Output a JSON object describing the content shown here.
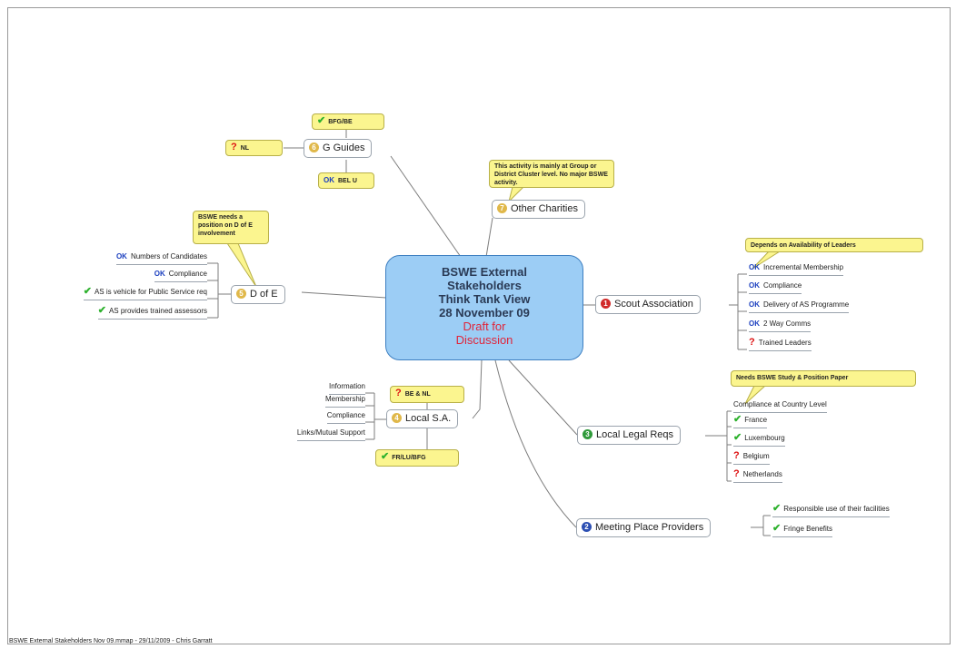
{
  "central": {
    "title_lines": [
      "BSWE External",
      "Stakeholders",
      "Think Tank View",
      "28 November 09"
    ],
    "draft_lines": [
      "Draft for",
      "Discussion"
    ]
  },
  "topics": {
    "guides": {
      "number": "6",
      "label": "G Guides"
    },
    "other_charities": {
      "number": "7",
      "label": "Other Charities"
    },
    "d_of_e": {
      "number": "5",
      "label": "D of E"
    },
    "scout": {
      "number": "1",
      "label": "Scout Association"
    },
    "local_sa": {
      "number": "4",
      "label": "Local S.A."
    },
    "local_legal": {
      "number": "3",
      "label": "Local Legal Reqs"
    },
    "meeting": {
      "number": "2",
      "label": "Meeting Place Providers"
    }
  },
  "callouts": {
    "bfgbe": "BFG/BE",
    "nl_guides": "NL",
    "bel_u": "BEL U",
    "other_charities_note": "This activity is mainly at Group or District Cluster level. No major BSWE activity.",
    "d_of_e_note": "BSWE needs a position on D of E involvement",
    "scout_note": "Depends on Availability of Leaders",
    "local_legal_note": "Needs BSWE Study & Position Paper",
    "be_nl": "BE & NL",
    "fr_lu_bfg": "FR/LU/BFG"
  },
  "subs": {
    "d_of_e": [
      "Numbers of Candidates",
      "Compliance",
      "AS is vehicle for Public Service req",
      "AS provides trained assessors"
    ],
    "scout": [
      "Incremental Membership",
      "Compliance",
      "Delivery of AS Programme",
      "2 Way Comms",
      "Trained Leaders"
    ],
    "local_sa": [
      "Information",
      "Membership",
      "Compliance",
      "Links/Mutual Support"
    ],
    "local_legal": [
      "Compliance at Country Level",
      "France",
      "Luxembourg",
      "Belgium",
      "Netherlands"
    ],
    "meeting": [
      "Responsible use of their facilities",
      "Fringe Benefits"
    ]
  },
  "icons": {
    "ok": "OK",
    "check": "✔",
    "question": "?"
  },
  "colors": {
    "central_fill": "#9ccdf5",
    "draft_text": "#e0253a",
    "callout_fill": "#fbf58f",
    "check": "#2db12d",
    "question": "#d11111",
    "ok": "#1b3fbf"
  },
  "footer": "BSWE External Stakeholders Nov 09.mmap - 29/11/2009 - Chris Garratt"
}
